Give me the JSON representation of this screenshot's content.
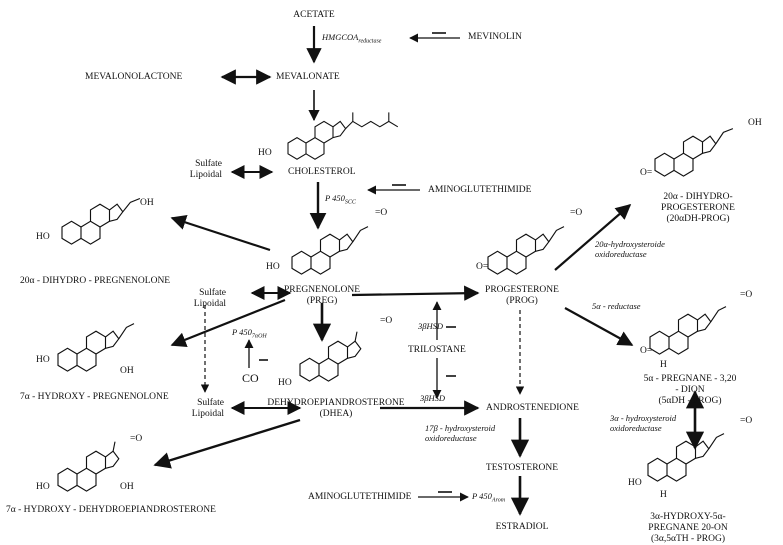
{
  "compounds": {
    "acetate": "ACETATE",
    "mevalonate": "MEVALONATE",
    "mevalonolactone": "MEVALONOLACTONE",
    "cholesterol": "CHOLESTEROL",
    "sulfate_lipoidal_1": "Sulfate\nLipoidal",
    "sulfate_lipoidal_2": "Sulfate\nLipoidal",
    "sulfate_lipoidal_3": "Sulfate\nLipoidal",
    "dihydro_preg": "20α - DIHYDRO - PREGNENOLONE",
    "pregnenolone": "PREGNENOLONE\n(PREG)",
    "hydroxy_preg": "7α - HYDROXY - PREGNENOLONE",
    "dhea": "DEHYDROEPIANDROSTERONE\n(DHEA)",
    "hydroxy_dhea": "7α - HYDROXY - DEHYDROEPIANDROSTERONE",
    "progesterone": "PROGESTERONE\n(PROG)",
    "dihydro_prog": "20α - DIHYDRO-PROGESTERONE\n(20αDH-PROG)",
    "pregnane_dion": "5α - PREGNANE - 3,20 - DION\n(5αDH - PROG)",
    "pregnane_on": "3α-HYDROXY-5α-PREGNANE 20-ON\n(3α,5αTH - PROG)",
    "androstenedione": "ANDROSTENEDIONE",
    "testosterone": "TESTOSTERONE",
    "estradiol": "ESTRADIOL",
    "co": "CO"
  },
  "enzymes": {
    "hmgcoa": "HMGCOA",
    "hmgcoa_sub": "reductase",
    "p450scc": "P 450",
    "p450scc_sub": "SCC",
    "p450_7a": "P 450",
    "p450_7a_sub": "7αOH",
    "hsd_1": "3βHSD",
    "hsd_2": "3βHSD",
    "ox_20a": "20α-hydroxysteroide\noxidoreductase",
    "reductase_5a": "5α - reductase",
    "ox_3a": "3α - hydroxysteroid\noxidoreductase",
    "ox_17b": "17β - hydroxysteroid\noxidoreductase",
    "p450arom": "P 450",
    "p450arom_sub": "Arom"
  },
  "inhibitors": {
    "mevinolin": "MEVINOLIN",
    "aminoglutethimide_1": "AMINOGLUTETHIMIDE",
    "trilostane": "TRILOSTANE",
    "aminoglutethimide_2": "AMINOGLUTETHIMIDE",
    "minus": "−"
  },
  "structure_labels": {
    "ho": "HO",
    "oh": "OH",
    "o_eq": "O=",
    "eq_o": "=O",
    "h": "H"
  }
}
